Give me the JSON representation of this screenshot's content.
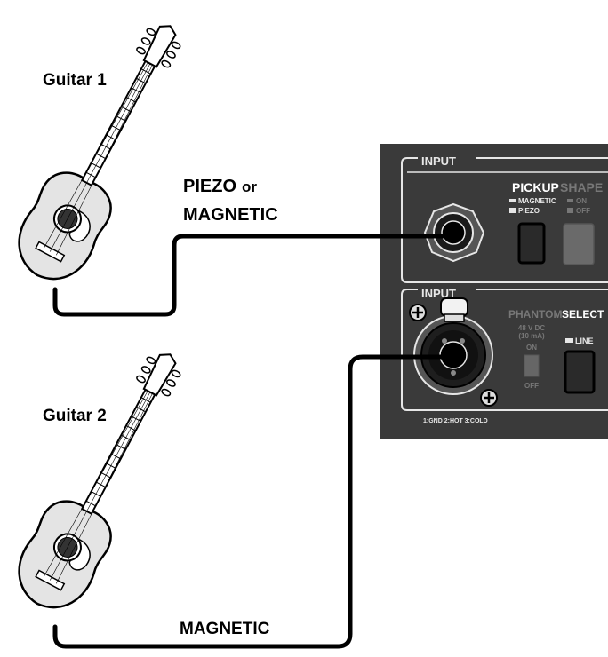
{
  "guitars": [
    {
      "label": "Guitar 1"
    },
    {
      "label": "Guitar 2"
    }
  ],
  "cables": [
    {
      "label_line1": "PIEZO",
      "label_or": "or",
      "label_line2": "MAGNETIC"
    },
    {
      "label": "MAGNETIC"
    }
  ],
  "panel": {
    "upper": {
      "title": "INPUT",
      "pickup": {
        "title": "PICKUP",
        "options": [
          "MAGNETIC",
          "PIEZO"
        ]
      },
      "shape": {
        "title": "SHAPE",
        "options": [
          "ON",
          "OFF"
        ]
      }
    },
    "lower": {
      "title": "INPUT",
      "phantom": {
        "title": "PHANTOM",
        "spec_line1": "48 V DC",
        "spec_line2": "(10 mA)",
        "on": "ON",
        "off": "OFF"
      },
      "select": {
        "title": "SELECT",
        "option": "LINE"
      },
      "pinout": "1:GND 2:HOT 3:COLD"
    }
  },
  "colors": {
    "panel": "#3a3a3a",
    "panel_line": "#e6e6e6",
    "guitar_body": "#e4e4e4",
    "cable": "#000000"
  }
}
